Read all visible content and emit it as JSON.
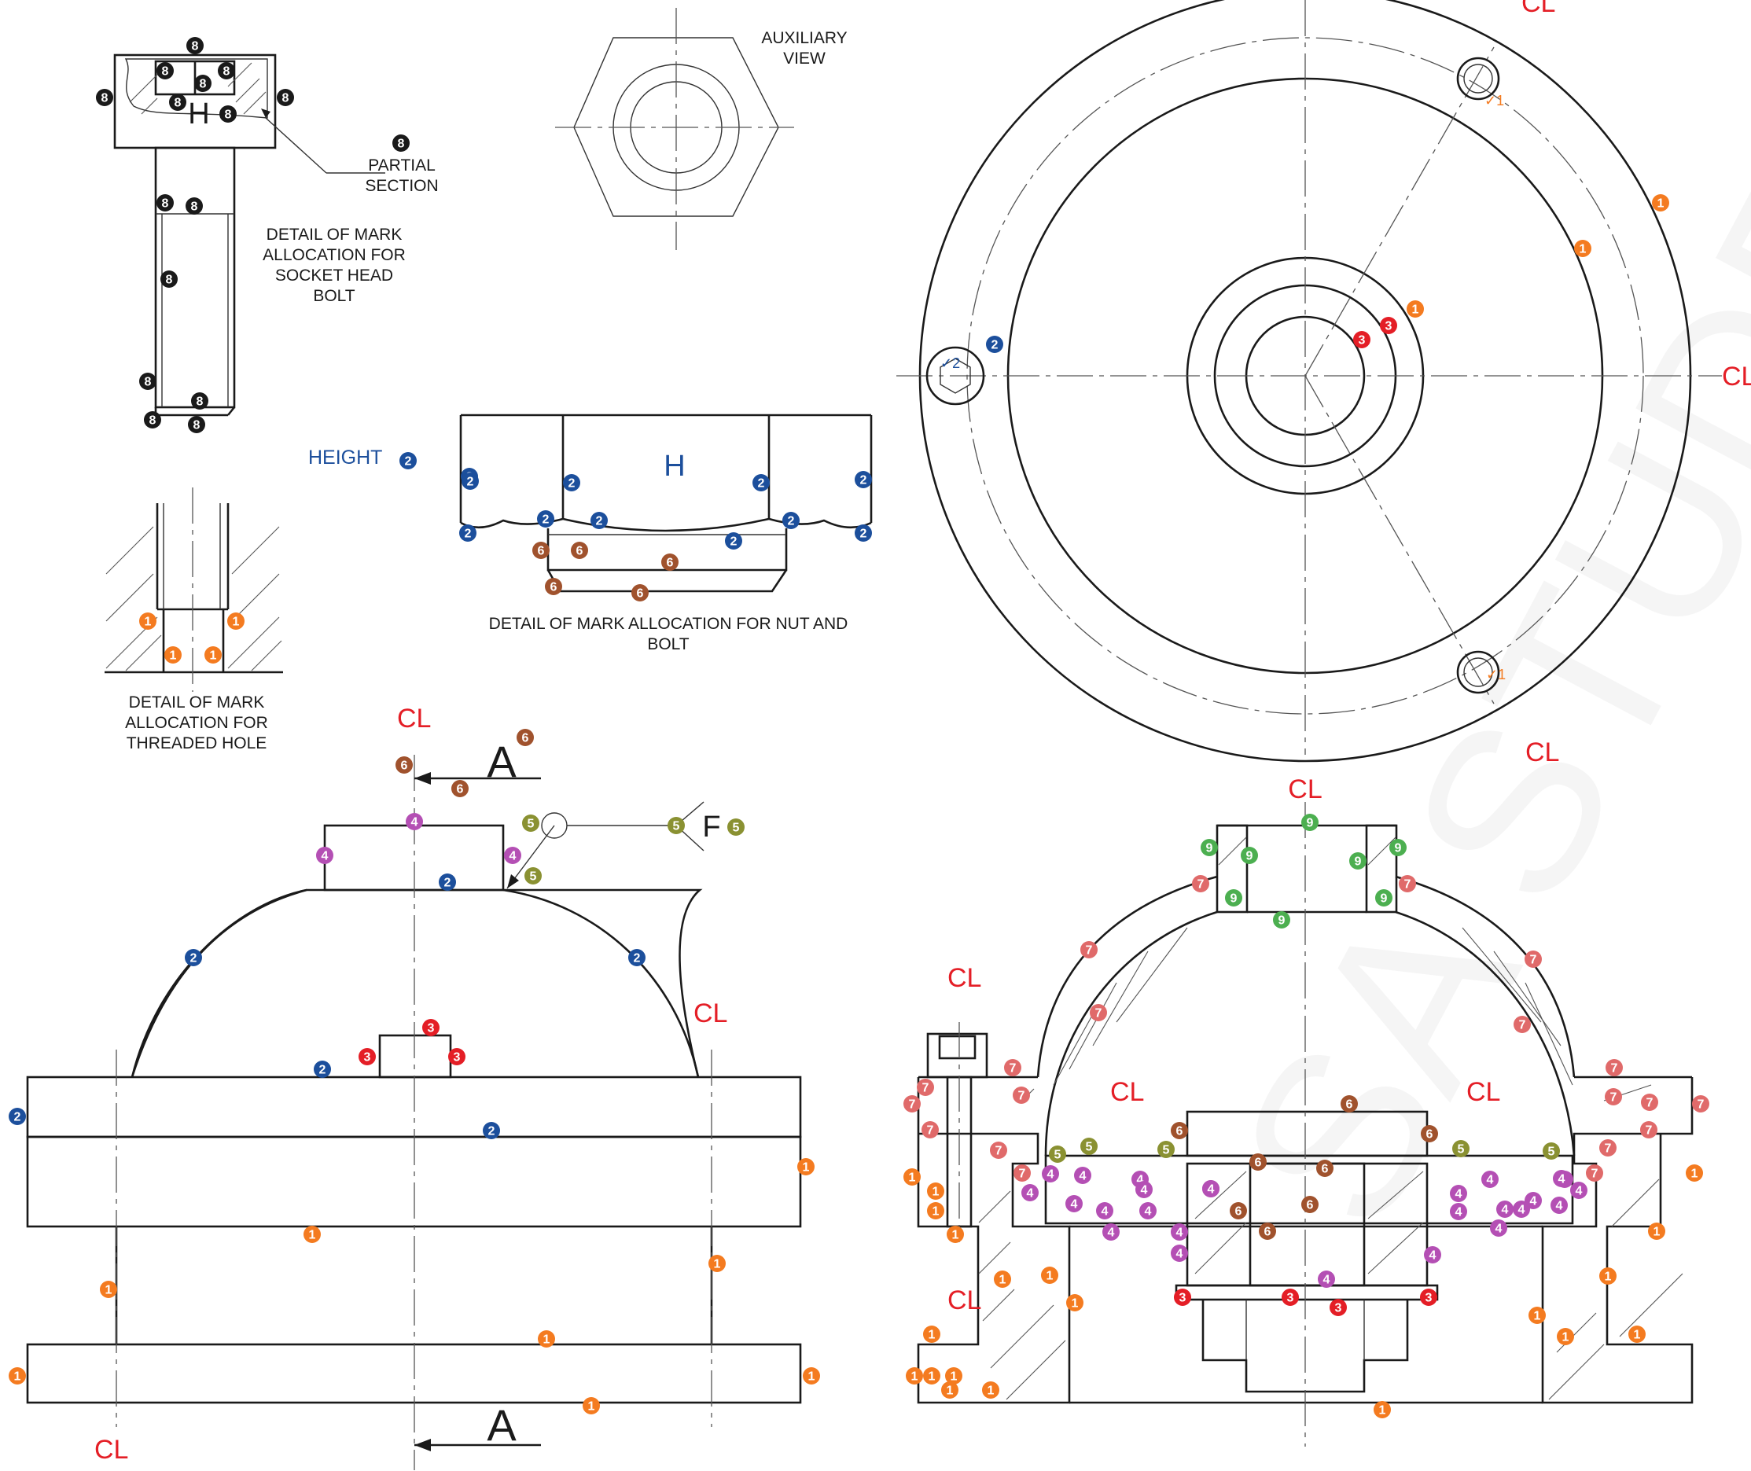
{
  "labels": {
    "auxiliary_view_1": "AUXILIARY",
    "auxiliary_view_2": "VIEW",
    "partial_section_1": "PARTIAL",
    "partial_section_2": "SECTION",
    "socket_bolt_1": "DETAIL OF MARK",
    "socket_bolt_2": "ALLOCATION FOR",
    "socket_bolt_3": "SOCKET HEAD",
    "socket_bolt_4": "BOLT",
    "threaded_hole_1": "DETAIL OF MARK",
    "threaded_hole_2": "ALLOCATION FOR",
    "threaded_hole_3": "THREADED HOLE",
    "nut_bolt_1": "DETAIL OF MARK ALLOCATION FOR NUT AND",
    "nut_bolt_2": "BOLT",
    "height_legend": "HEIGHT",
    "centre_line": "CL",
    "section_letter": "A",
    "surface_finish_letter": "F",
    "height_letter": "H",
    "finish_tick_1": "✓1",
    "finish_tick_2": "✓2",
    "watermark": "SA STUDENT"
  },
  "mark_colors": {
    "1": "#f47b20",
    "2": "#1c4f9c",
    "3": "#e41e26",
    "4": "#b44fb4",
    "5": "#8a9132",
    "6": "#a0522d",
    "7": "#e06a6a",
    "8": "#1a1a1a",
    "9": "#4caf50"
  },
  "mark_values": [
    "1",
    "2",
    "3",
    "4",
    "5",
    "6",
    "7",
    "8",
    "9"
  ],
  "icons": {
    "mark": "numbered-mark-circle-icon",
    "finish": "surface-finish-tick-icon",
    "socket": "hexagon-socket-icon"
  }
}
